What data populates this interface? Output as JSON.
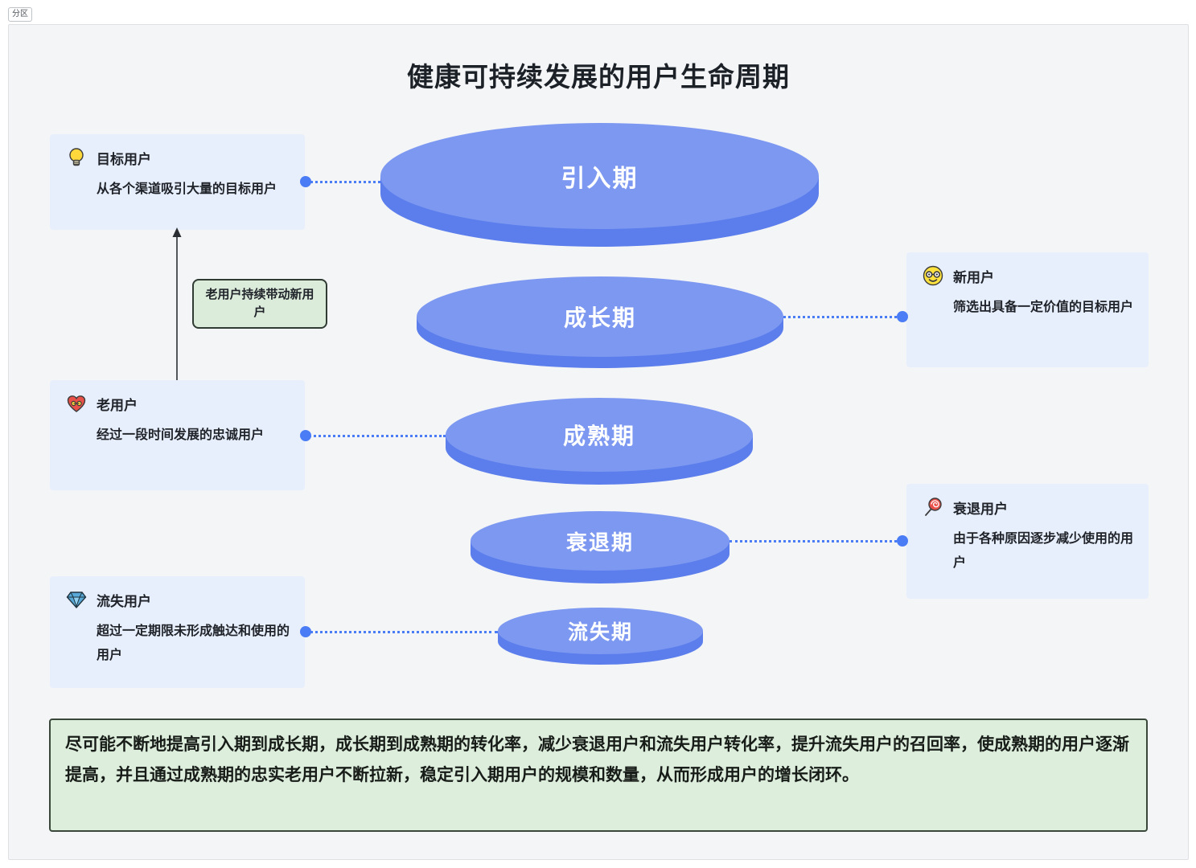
{
  "partition_label": "分区",
  "title": "健康可持续发展的用户生命周期",
  "funnel": {
    "stages": [
      {
        "label": "引入期"
      },
      {
        "label": "成长期"
      },
      {
        "label": "成熟期"
      },
      {
        "label": "衰退期"
      },
      {
        "label": "流失期"
      }
    ]
  },
  "callouts": [
    {
      "icon": "bulb-icon",
      "title": "目标用户",
      "desc": "从各个渠道吸引大量的目标用户",
      "side": "left"
    },
    {
      "icon": "nerd-face-icon",
      "title": "新用户",
      "desc": "筛选出具备一定价值的目标用户",
      "side": "right"
    },
    {
      "icon": "heart-ribbon-icon",
      "title": "老用户",
      "desc": "经过一段时间发展的忠诚用户",
      "side": "left"
    },
    {
      "icon": "lollipop-icon",
      "title": "衰退用户",
      "desc": "由于各种原因逐步减少使用的用户",
      "side": "right"
    },
    {
      "icon": "gem-icon",
      "title": "流失用户",
      "desc": "超过一定期限未形成触达和使用的用户",
      "side": "left"
    }
  ],
  "annotation": {
    "text": "老用户持续带动新用户"
  },
  "summary": {
    "text": "尽可能不断地提高引入期到成长期，成长期到成熟期的转化率，减少衰退用户和流失用户转化率，提升流失用户的召回率，使成熟期的用户逐渐提高，并且通过成熟期的忠实老用户不断拉新，稳定引入期用户的规模和数量，从而形成用户的增长闭环。"
  },
  "colors": {
    "panel_bg": "#f4f5f7",
    "cylinder_top": "#7d98f1",
    "cylinder_side": "#5b7eec",
    "callout_bg": "#e8effc",
    "green_bg": "#ddeedd",
    "connector_blue": "#4a7cf5"
  }
}
